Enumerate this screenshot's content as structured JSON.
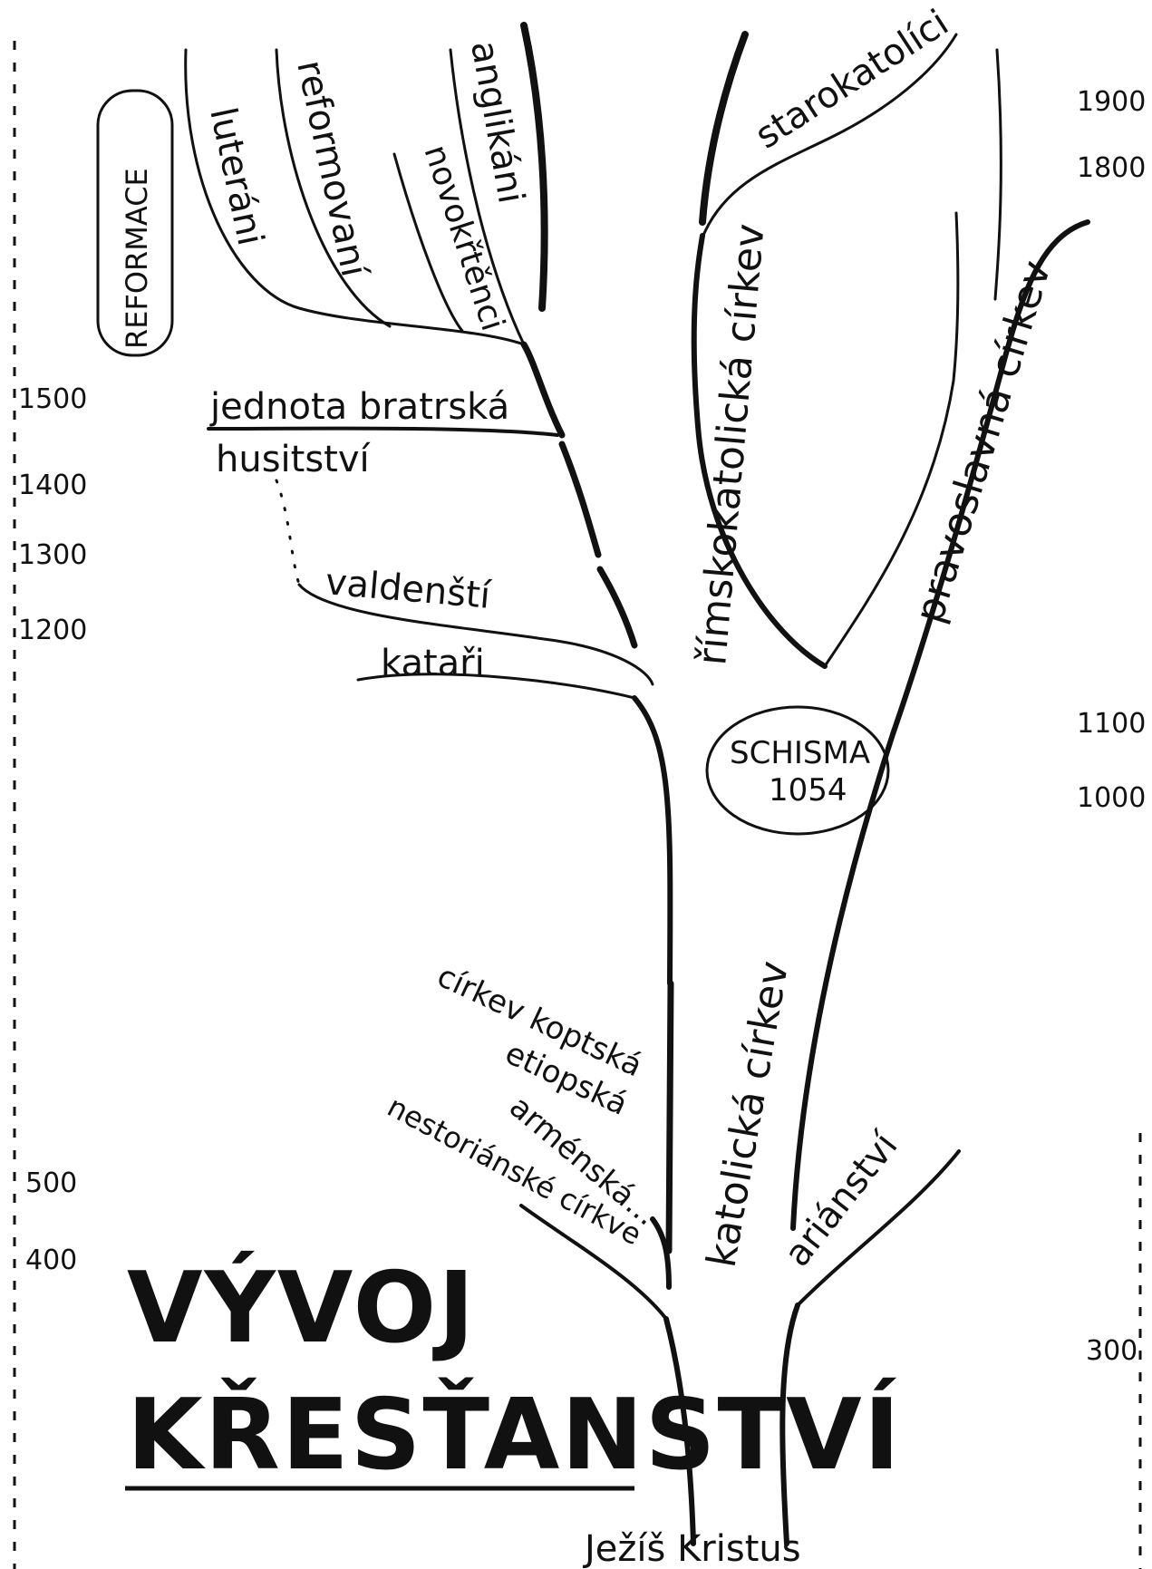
{
  "title": {
    "line1": "VÝVOJ",
    "line2": "KŘESŤANSTVÍ"
  },
  "root": "Ježíš Kristus",
  "schism": {
    "label": "SCHISMA",
    "year": "1054"
  },
  "reformation": "REFORMACE",
  "churches": {
    "catholic": "katolická církev",
    "roman_catholic": "římskokatolická církev",
    "orthodox": "pravoslavná církev",
    "old_catholic": "starokatolíci",
    "lutheran": "luteráni",
    "reformed": "reformovaní",
    "anabaptist": "novokřtěnci",
    "anglican": "anglikáni",
    "unity_of_brethren": "jednota bratrská",
    "hussitism": "husitství",
    "waldensians": "valdenští",
    "cathars": "kataři",
    "oriental_1": "církev koptská",
    "oriental_2": "etiopská",
    "oriental_3": "arménská...",
    "nestorian": "nestoriánské církve",
    "arianism": "ariánství"
  },
  "years_left": [
    "1500",
    "1400",
    "1300",
    "1200",
    "500",
    "400"
  ],
  "years_right": [
    "1900",
    "1800",
    "1100",
    "1000",
    "300"
  ]
}
